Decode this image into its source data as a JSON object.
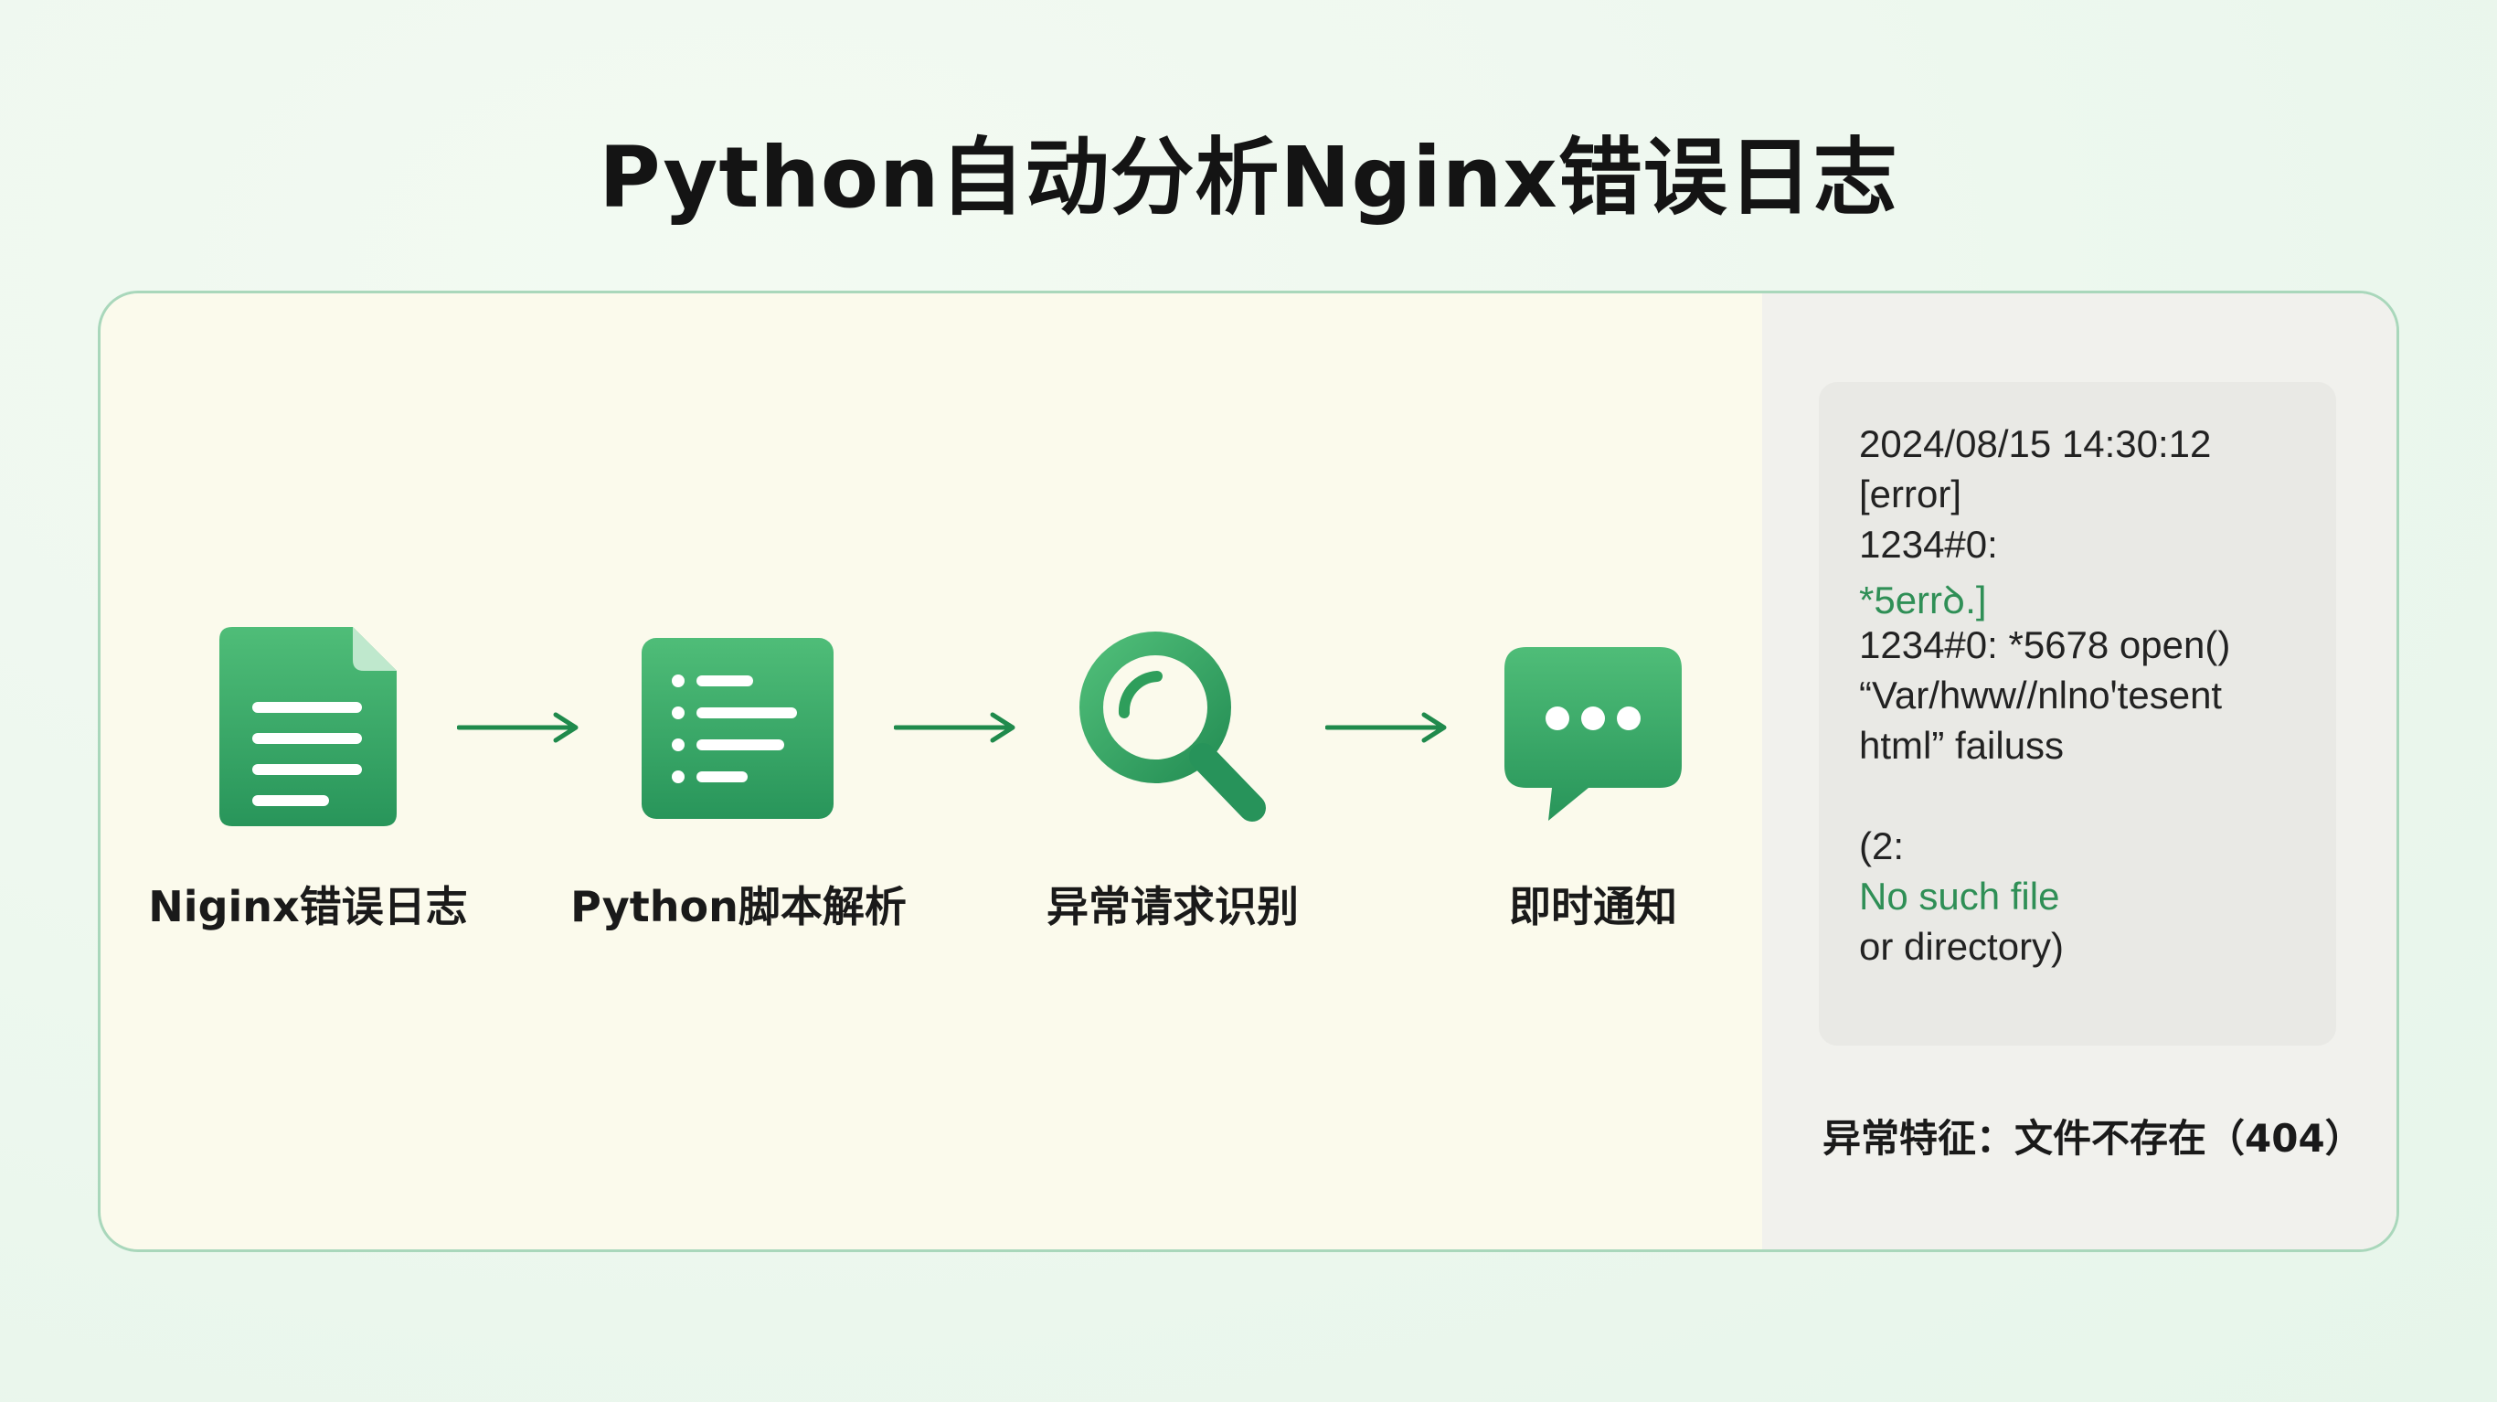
{
  "title": "Python自动分析Nginx错误日志",
  "steps": [
    {
      "label": "Niginx错误日志",
      "icon": "document-icon"
    },
    {
      "label": "Python脚本解析",
      "icon": "list-icon"
    },
    {
      "label": "异常请求识别",
      "icon": "magnifier-icon"
    },
    {
      "label": "即时通知",
      "icon": "chat-bubble-icon"
    }
  ],
  "log": {
    "lines": [
      "2024/08/15 14:30:12",
      "[error]",
      "1234#0:",
      " *5errꝺ.]",
      " 1234#0:  *5678 open()",
      "  “Var/hww//nlnoꞌtesent",
      "html” failuss",
      "",
      " (2:",
      " No such file",
      "or directory)"
    ]
  },
  "feature_text": "异常特征：文件不存在（404）",
  "colors": {
    "accent": "#2e9e5b",
    "accent_light": "#46b572",
    "arrow": "#1f8a4c"
  }
}
